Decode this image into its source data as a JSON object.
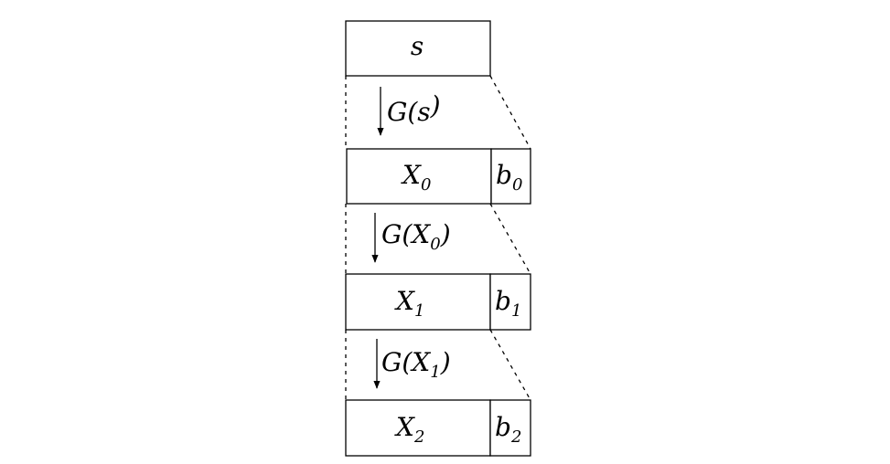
{
  "diagram": {
    "seed": {
      "label": "s"
    },
    "states": [
      {
        "label": "X",
        "sub": "0",
        "bit": "b",
        "bit_sub": "0"
      },
      {
        "label": "X",
        "sub": "1",
        "bit": "b",
        "bit_sub": "1"
      },
      {
        "label": "X",
        "sub": "2",
        "bit": "b",
        "bit_sub": "2"
      }
    ],
    "transitions": [
      {
        "fn": "G(",
        "arg": "s",
        "arg_sub": "",
        "close": ")"
      },
      {
        "fn": "G(",
        "arg": "X",
        "arg_sub": "0",
        "close": ")"
      },
      {
        "fn": "G(",
        "arg": "X",
        "arg_sub": "1",
        "close": ")"
      }
    ]
  }
}
